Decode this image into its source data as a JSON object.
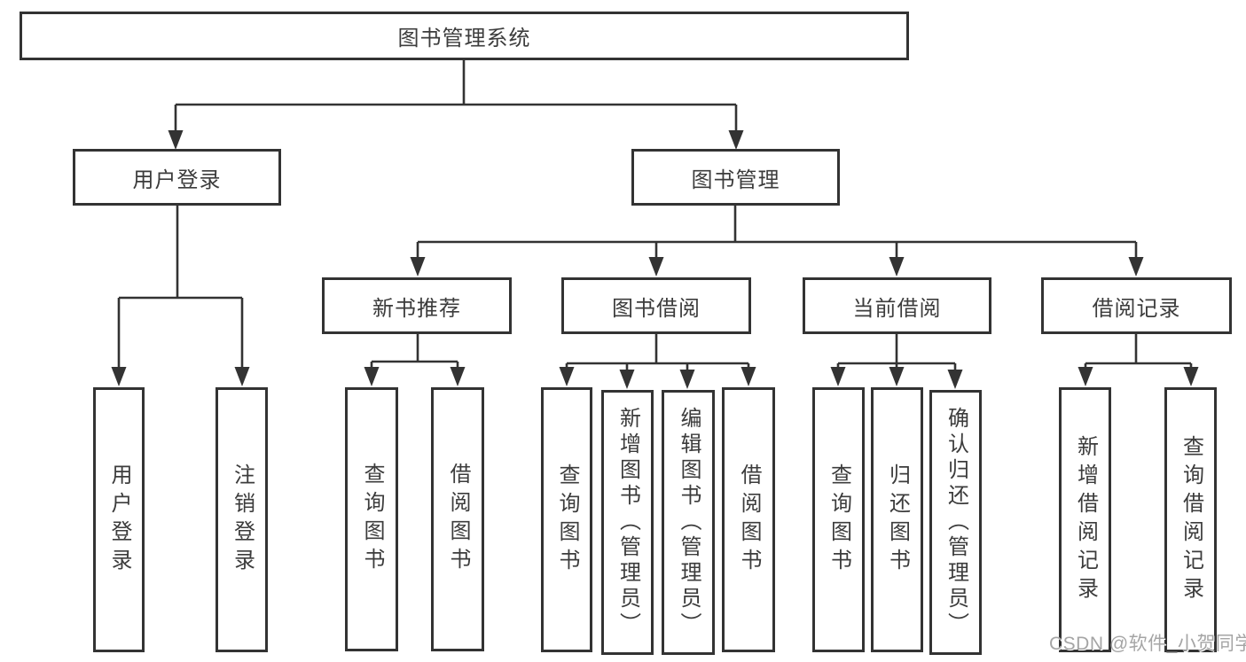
{
  "diagram": {
    "root": {
      "label": "图书管理系统",
      "children": [
        {
          "label": "用户登录",
          "children": [
            {
              "label": "用户登录"
            },
            {
              "label": "注销登录"
            }
          ]
        },
        {
          "label": "图书管理",
          "children": [
            {
              "label": "新书推荐",
              "children": [
                {
                  "label": "查询图书"
                },
                {
                  "label": "借阅图书"
                }
              ]
            },
            {
              "label": "图书借阅",
              "children": [
                {
                  "label": "查询图书"
                },
                {
                  "label": "新增图书（管理员）"
                },
                {
                  "label": "编辑图书（管理员）"
                },
                {
                  "label": "借阅图书"
                }
              ]
            },
            {
              "label": "当前借阅",
              "children": [
                {
                  "label": "查询图书"
                },
                {
                  "label": "归还图书"
                },
                {
                  "label": "确认归还（管理员）"
                }
              ]
            },
            {
              "label": "借阅记录",
              "children": [
                {
                  "label": "新增借阅记录"
                },
                {
                  "label": "查询借阅记录"
                }
              ]
            }
          ]
        }
      ]
    }
  },
  "watermark": {
    "text": "CSDN @软件_小贺同学"
  },
  "colors": {
    "line": "#333333",
    "box_border": "#333333",
    "text": "#3c3c3c",
    "watermark": "#a5a5a5",
    "background": "#ffffff"
  }
}
